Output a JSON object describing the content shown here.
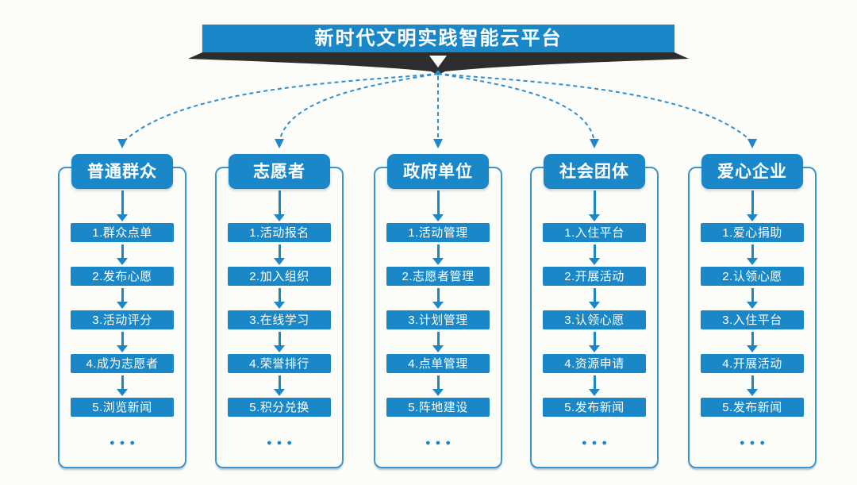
{
  "title": "新时代文明实践智能云平台",
  "hub_arrow_icon": "▼",
  "more_indicator": "●●●",
  "colors": {
    "accent": "#1a87c8",
    "connector": "#2e8ecf",
    "ribbon": "#2d2d2d",
    "background": "#fcfcf9"
  },
  "columns": [
    {
      "header": "普通群众",
      "items": [
        "1.群众点单",
        "2.发布心愿",
        "3.活动评分",
        "4.成为志愿者",
        "5.浏览新闻"
      ]
    },
    {
      "header": "志愿者",
      "items": [
        "1.活动报名",
        "2.加入组织",
        "3.在线学习",
        "4.荣誉排行",
        "5.积分兑换"
      ]
    },
    {
      "header": "政府单位",
      "items": [
        "1.活动管理",
        "2.志愿者管理",
        "3.计划管理",
        "4.点单管理",
        "5.阵地建设"
      ]
    },
    {
      "header": "社会团体",
      "items": [
        "1.入住平台",
        "2.开展活动",
        "3.认领心愿",
        "4.资源申请",
        "5.发布新闻"
      ]
    },
    {
      "header": "爱心企业",
      "items": [
        "1.爱心捐助",
        "2.认领心愿",
        "3.入住平台",
        "4.开展活动",
        "5.发布新闻"
      ]
    }
  ]
}
